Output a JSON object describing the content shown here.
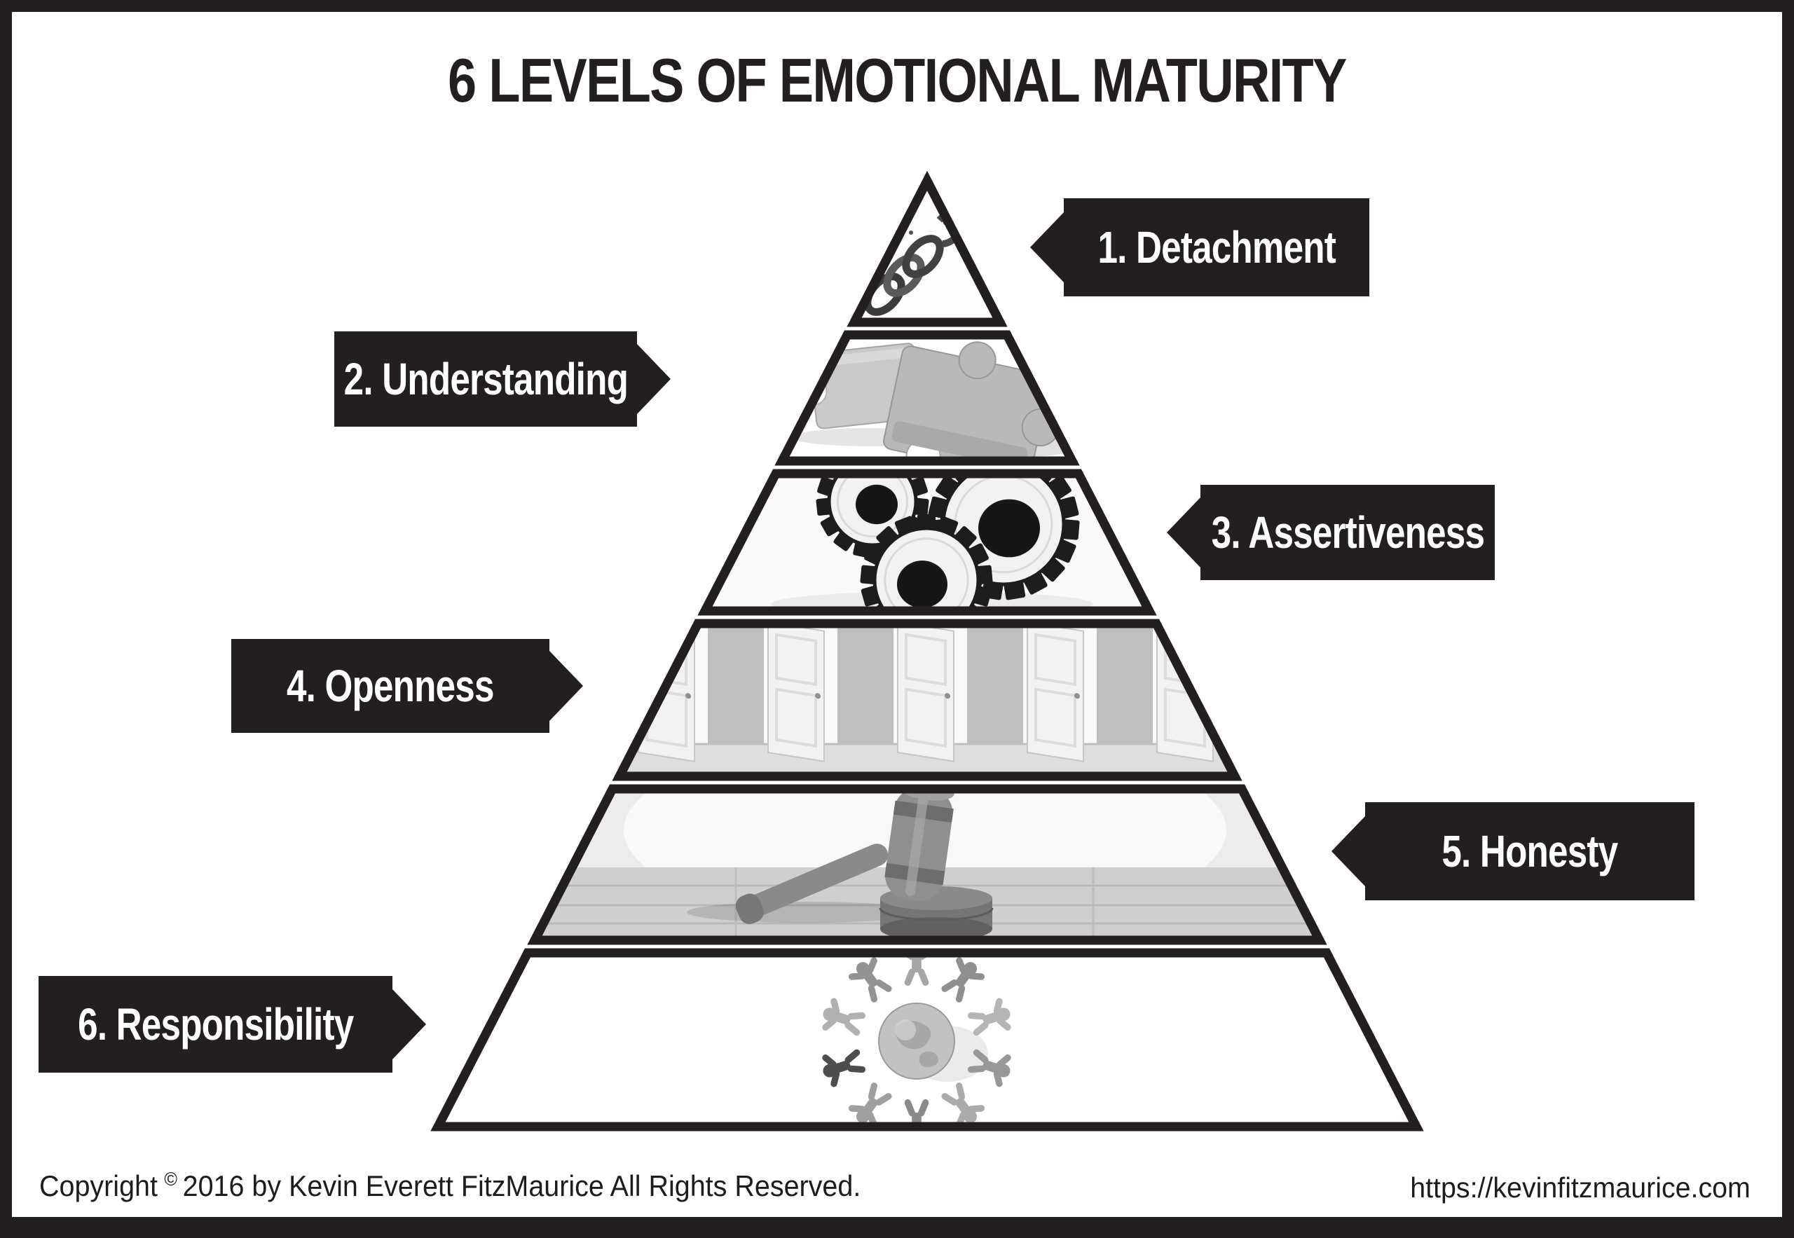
{
  "title": "6 LEVELS OF EMOTIONAL MATURITY",
  "levels": [
    {
      "number": 1,
      "name": "Detachment",
      "label": "1. Detachment",
      "image": "broken-chain"
    },
    {
      "number": 2,
      "name": "Understanding",
      "label": "2. Understanding",
      "image": "puzzle-pieces"
    },
    {
      "number": 3,
      "name": "Assertiveness",
      "label": "3. Assertiveness",
      "image": "interlocking-gears"
    },
    {
      "number": 4,
      "name": "Openness",
      "label": "4. Openness",
      "image": "open-doors"
    },
    {
      "number": 5,
      "name": "Honesty",
      "label": "5. Honesty",
      "image": "gavel"
    },
    {
      "number": 6,
      "name": "Responsibility",
      "label": "6. Responsibility",
      "image": "figures-circle-around-globe"
    }
  ],
  "footer": {
    "copyright_prefix": "Copyright",
    "copyright_symbol": "©",
    "copyright_text": "2016 by Kevin Everett FitzMaurice All Rights Reserved.",
    "website": "https://kevinfitzmaurice.com"
  },
  "colors": {
    "frame": "#231f20",
    "background": "#ffffff",
    "label_bg": "#231f20",
    "label_text": "#ffffff"
  }
}
